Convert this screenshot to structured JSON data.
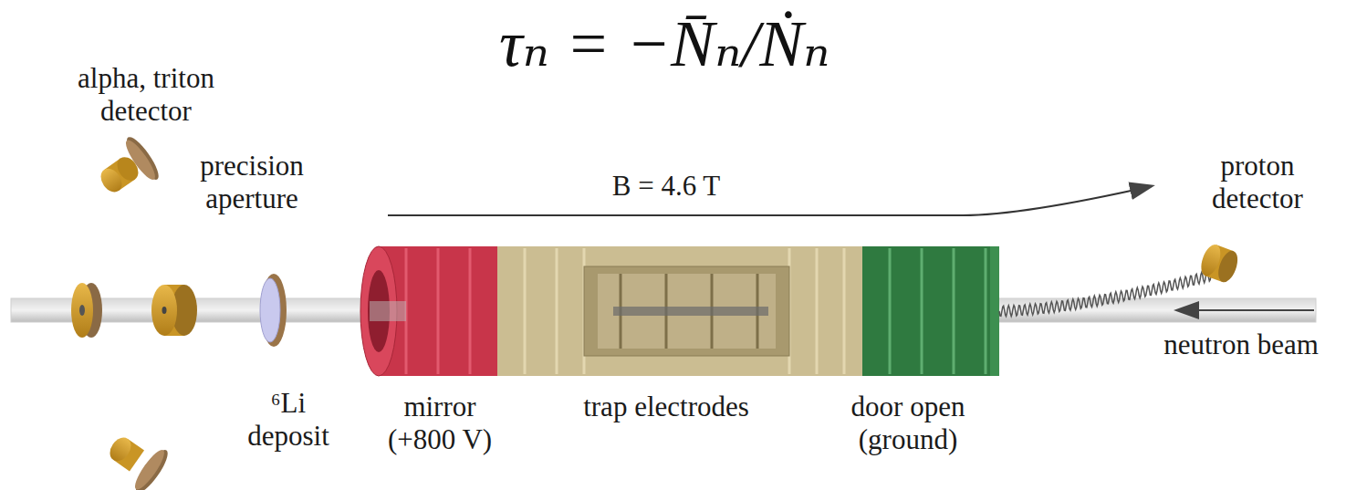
{
  "diagram": {
    "title": "τₙ = −N̄ₙ/Ṅₙ",
    "labels": [
      "alpha, triton detector",
      "precision aperture",
      "B = 4.6 T",
      "proton detector",
      "⁶Li deposit",
      "mirror (+800 V)",
      "trap electrodes",
      "door open (ground)",
      "neutron beam"
    ]
  }
}
